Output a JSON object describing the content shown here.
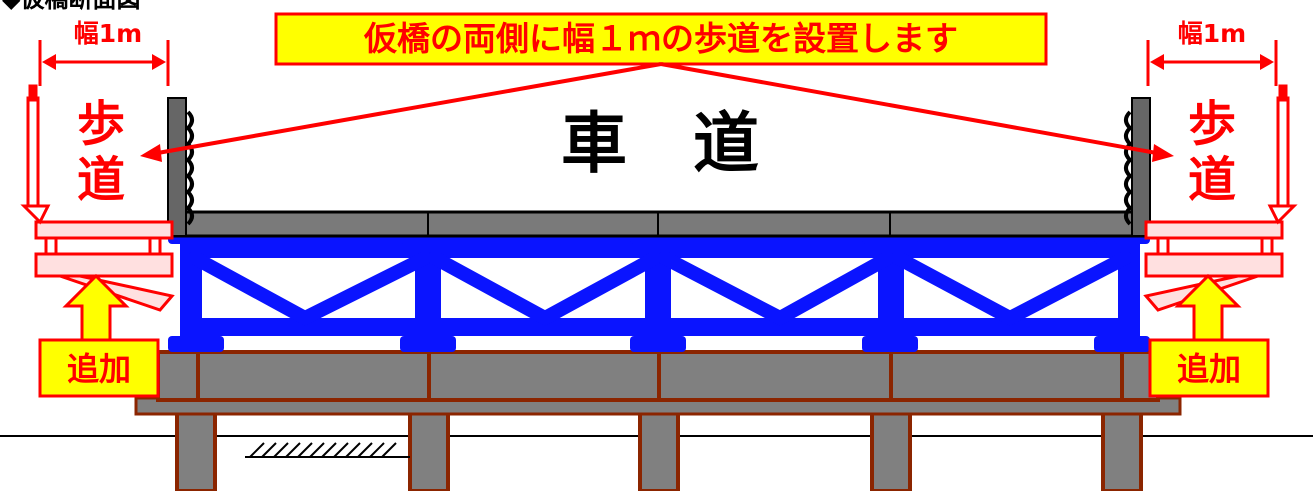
{
  "header_fragment": "◆仮橋断面図",
  "callout": "仮橋の両側に幅１ｍの歩道を設置します",
  "roadway": "車　道",
  "left": {
    "width_label": "幅1m",
    "sidewalk_top": "歩",
    "sidewalk_bottom": "道",
    "added_label": "追加"
  },
  "right": {
    "width_label": "幅1m",
    "sidewalk_top": "歩",
    "sidewalk_bottom": "道",
    "added_label": "追加"
  },
  "colors": {
    "accent_red": "#ff0000",
    "callout_fill": "#ffff00",
    "truss_blue": "#0a14ff",
    "girder_brown": "#8b2500",
    "concrete_gray": "#808080",
    "deck_gray": "#7a7a7a"
  }
}
